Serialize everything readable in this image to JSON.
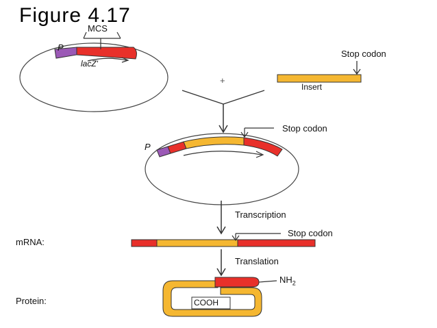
{
  "title": "Figure 4.17",
  "labels": {
    "mcs": "MCS",
    "promoter": "P",
    "lacz": "lacZ'",
    "plus": "+",
    "stop_codon_insert": "Stop codon",
    "insert": "Insert",
    "stop_codon_recombinant": "Stop codon",
    "promoter_recombinant": "P",
    "transcription": "Transcription",
    "stop_codon_mrna": "Stop codon",
    "mrna": "mRNA:",
    "translation": "Translation",
    "nh2": "NH",
    "nh2_sub": "2",
    "cooh": "COOH",
    "protein": "Protein:"
  },
  "colors": {
    "insert": "#f5b731",
    "lacz": "#e8302a",
    "promoter": "#9b59b6",
    "line": "#333333"
  }
}
